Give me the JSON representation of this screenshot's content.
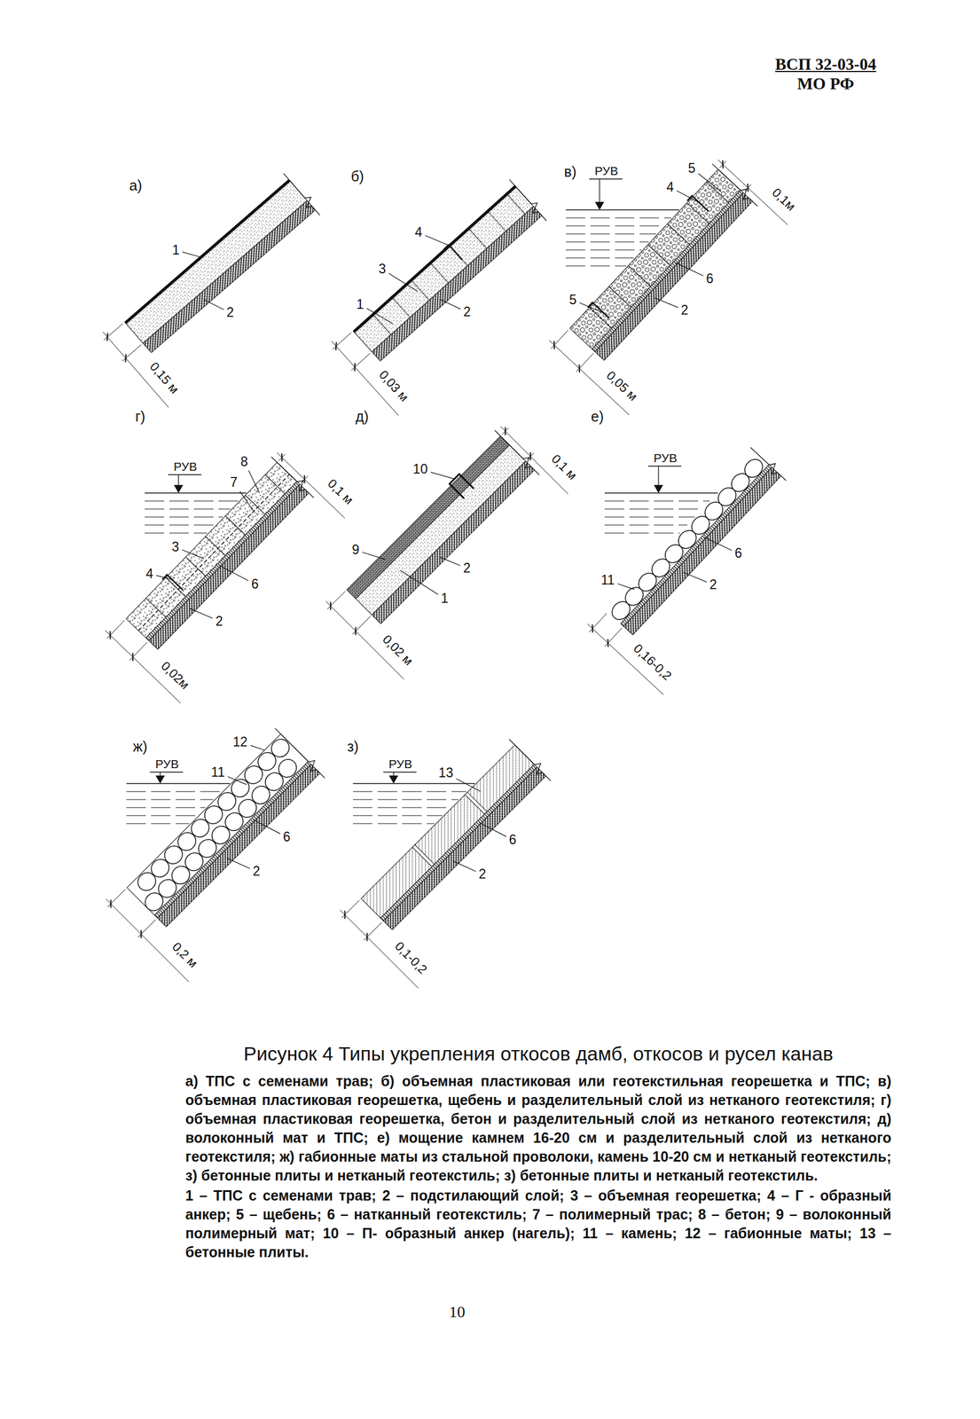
{
  "diagram": {
    "caption": "Рисунок 4 Типы укрепления откосов дамб, откосов и русел канав",
    "labels": [
      "ВСП 32-03-04",
      "МО РФ",
      "а)",
      "1",
      "2",
      "0,15 м",
      "б)",
      "4",
      "3",
      "1",
      "2",
      "0,03 м",
      "в)",
      "РУВ",
      "4",
      "5",
      "5",
      "6",
      "2",
      "0,1м",
      "0,05 м",
      "г)",
      "РУВ",
      "8",
      "7",
      "3",
      "4",
      "6",
      "2",
      "0,1 м",
      "0,02м",
      "д)",
      "10",
      "9",
      "1",
      "2",
      "0,1 м",
      "0,02 м",
      "е)",
      "РУВ",
      "11",
      "6",
      "2",
      "0,16-0,2",
      "ж)",
      "РУВ",
      "12",
      "11",
      "6",
      "2",
      "0,2 м",
      "з)",
      "РУВ",
      "13",
      "6",
      "2",
      "0,1-0,2",
      "а) ТПС с семенами трав; б) объемная пластиковая или геотекстильная георешетка и ТПС; в) объемная пластиковая георешетка, щебень и разделительный слой из нетканого геотекстиля; г) объемная пластиковая георешетка, бетон и разделительный слой из нетканого геотекстиля; д) волоконный мат и ТПС; е) мощение камнем 16-20 см и разделительный слой из нетканого геотекстиля; ж) габионные маты из стальной проволоки, камень 10-20 см и нетканый геотекстиль; з) бетонные плиты и нетканый геотекстиль; з) бетонные плиты и нетканый геотекстиль.",
      "1 – ТПС с семенами трав; 2 – подстилающий слой; 3 – объемная георешетка; 4 – Г - образный анкер; 5 – щебень; 6 – натканный геотекстиль; 7 – полимерный трас; 8 – бетон; 9 – волоконный полимерный мат; 10 – П- образный анкер (нагель); 11 – камень; 12 – габионные маты; 13 – бетонные плиты.",
      "10"
    ]
  }
}
